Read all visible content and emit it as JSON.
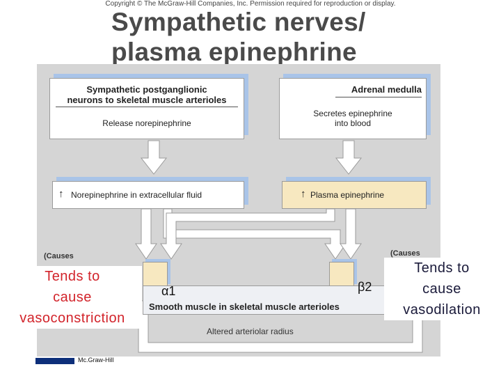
{
  "header": {
    "copyright": "Copyright © The McGraw-Hill Companies, Inc. Permission required for reproduction or display.",
    "title_line1": "Sympathetic nerves/",
    "title_line2": "plasma epinephrine"
  },
  "diagram": {
    "sympathetic_box": {
      "title_line1": "Sympathetic postganglionic",
      "title_line2": "neurons to skeletal muscle arterioles",
      "action": "Release norepinephrine"
    },
    "adrenal_box": {
      "title": "Adrenal medulla",
      "action_line1": "Secretes epinephrine",
      "action_line2": "into blood"
    },
    "norepinephrine_box": {
      "arrow": "↑",
      "label": "Norepinephrine in extracellular fluid"
    },
    "epinephrine_box": {
      "arrow": "↑",
      "label": "Plasma epinephrine"
    },
    "receptor_alpha": "α1",
    "receptor_beta": "β2",
    "smooth_muscle": "Smooth muscle in skeletal muscle arterioles",
    "altered_radius": "Altered arteriolar radius",
    "causes_left": "(Causes",
    "causes_right": "(Causes"
  },
  "annotations": {
    "left_line1": "Tends to",
    "left_line2": "cause",
    "left_line3": "vasoconstriction",
    "right_line1": "Tends to",
    "right_line2": "cause",
    "right_line3": "vasodilation"
  },
  "footer": {
    "publisher": "Mc.Graw-Hill"
  },
  "colors": {
    "panel": "#d5d5d5",
    "box_shadow": "#a9c4e8",
    "tan": "#f7e8c0",
    "red_text": "#d2232a"
  }
}
